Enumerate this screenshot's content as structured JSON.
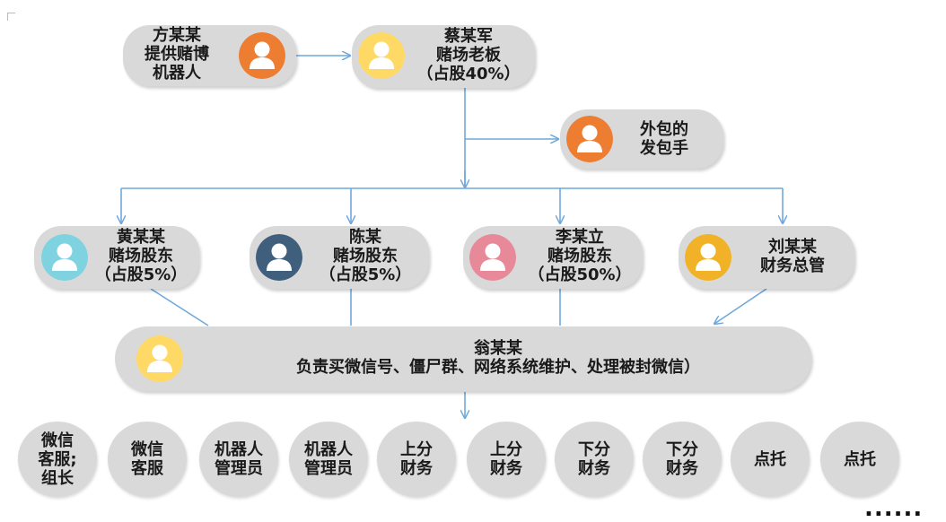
{
  "colors": {
    "node_bg": "#d9d9d9",
    "line": "#6fa8dc",
    "avatar_orange": "#ed7d31",
    "avatar_yellow": "#ffd966",
    "avatar_cyan": "#7fd3e0",
    "avatar_navy": "#3f5f7c",
    "avatar_pink": "#e8899a",
    "avatar_gold": "#f2b227"
  },
  "nodes": {
    "fang": {
      "line1": "方某某",
      "line2": "提供赌博",
      "line3": "机器人",
      "avatar": "orange"
    },
    "cai": {
      "line1": "蔡某军",
      "line2": "赌场老板",
      "line3": "（占股40%）",
      "avatar": "yellow"
    },
    "waibao": {
      "line1": "外包的",
      "line2": "发包手",
      "avatar": "orange"
    },
    "huang": {
      "line1": "黄某某",
      "line2": "赌场股东",
      "line3": "（占股5%）",
      "avatar": "cyan"
    },
    "chen": {
      "line1": "陈某",
      "line2": "赌场股东",
      "line3": "（占股5%）",
      "avatar": "navy"
    },
    "li": {
      "line1": "李某立",
      "line2": "赌场股东",
      "line3": "（占股50%）",
      "avatar": "pink"
    },
    "liu": {
      "line1": "刘某某",
      "line2": "财务总管",
      "avatar": "gold"
    },
    "weng": {
      "line1": "翁某某",
      "line2": "负责买微信号、僵尸群、网络系统维护、处理被封微信）",
      "avatar": "yellow"
    }
  },
  "bottom_roles": [
    "微信\n客服;\n组长",
    "微信\n客服",
    "机器人\n管理员",
    "机器人\n管理员",
    "上分\n财务",
    "上分\n财务",
    "下分\n财务",
    "下分\n财务",
    "点托",
    "点托"
  ],
  "ellipsis": "......"
}
